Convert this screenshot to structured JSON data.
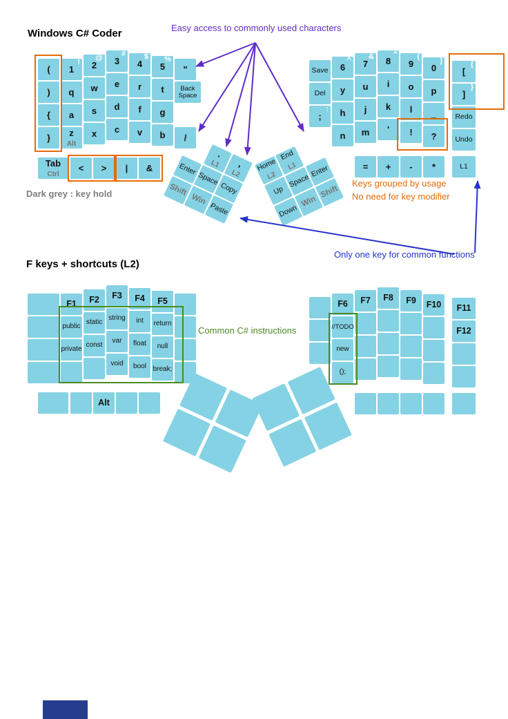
{
  "texts": {
    "title_main": "Windows C# Coder",
    "title_l2": "F keys + shortcuts (L2)",
    "easy_access": "Easy access to commonly used characters",
    "dark_grey_note": "Dark grey : key hold",
    "grouped_line1": "Keys grouped by usage",
    "grouped_line2": "No need for key modifier",
    "one_key_note": "Only one key for common functions",
    "csharp_note": "Common C# instructions"
  },
  "colors": {
    "key": "#85D2E4",
    "key_text": "#111111",
    "key_sub": "#757575",
    "sup": "#FFFFFF",
    "orange": "#E36C0A",
    "purple": "#5E2BC9",
    "blue": "#2433CC",
    "green": "#4A8A22",
    "grey_note": "#7F7F7F",
    "footer": "#263C8E"
  },
  "keyboard_main": {
    "left": {
      "rows": [
        [
          {
            "t": "("
          },
          {
            "t": "1",
            "sup": "!"
          },
          {
            "t": "2",
            "sup": "@"
          },
          {
            "t": "3",
            "sup": "#"
          },
          {
            "t": "4",
            "sup": "$"
          },
          {
            "t": "5",
            "sup": "%"
          },
          {
            "t": "\""
          }
        ],
        [
          {
            "t": ")"
          },
          {
            "t": "q"
          },
          {
            "t": "w"
          },
          {
            "t": "e"
          },
          {
            "t": "r"
          },
          {
            "t": "t"
          },
          {
            "t": "Back Space",
            "style": "tiny",
            "w": 38
          }
        ],
        [
          {
            "t": "{"
          },
          {
            "t": "a"
          },
          {
            "t": "s"
          },
          {
            "t": "d"
          },
          {
            "t": "f"
          },
          {
            "t": "g"
          },
          null
        ],
        [
          {
            "t": "}"
          },
          {
            "t": "z",
            "sub": "Alt"
          },
          {
            "t": "x"
          },
          {
            "t": "c"
          },
          {
            "t": "v"
          },
          {
            "t": "b"
          },
          {
            "t": "/"
          }
        ]
      ],
      "bottom": [
        {
          "t": "Tab",
          "sub": "Ctrl",
          "w": 44
        },
        {
          "t": "<"
        },
        {
          "t": ">"
        },
        {
          "t": "|"
        },
        {
          "t": "&"
        }
      ],
      "thumb": [
        [
          null,
          {
            "t": ".",
            "sub": "L1"
          },
          {
            "t": ",",
            "sub": "L2"
          }
        ],
        [
          {
            "t": "Enter",
            "style": "small"
          },
          {
            "t": "Space",
            "style": "small"
          },
          {
            "t": "Copy",
            "style": "small"
          }
        ],
        [
          {
            "t": "Shift",
            "style": "grey"
          },
          {
            "t": "Win",
            "style": "grey"
          },
          {
            "t": "Paste",
            "style": "small"
          }
        ]
      ]
    },
    "right": {
      "rows": [
        [
          {
            "t": "Save",
            "style": "small"
          },
          {
            "t": "6",
            "sup": "^"
          },
          {
            "t": "7",
            "sup": "&"
          },
          {
            "t": "8",
            "sup": "*"
          },
          {
            "t": "9",
            "sup": "("
          },
          {
            "t": "0",
            "sup": ")"
          },
          {
            "t": "[",
            "sup": "{"
          }
        ],
        [
          {
            "t": "Del",
            "style": "small"
          },
          {
            "t": "y"
          },
          {
            "t": "u"
          },
          {
            "t": "i"
          },
          {
            "t": "o"
          },
          {
            "t": "p"
          },
          {
            "t": "]",
            "sup": "}"
          }
        ],
        [
          {
            "t": ";",
            "sup": ":"
          },
          {
            "t": "h"
          },
          {
            "t": "j"
          },
          {
            "t": "k"
          },
          {
            "t": "l"
          },
          {
            "t": "_"
          },
          {
            "t": "Redo",
            "style": "small"
          }
        ],
        [
          null,
          {
            "t": "n"
          },
          {
            "t": "m"
          },
          {
            "t": "'"
          },
          {
            "t": "!"
          },
          {
            "t": "?"
          },
          {
            "t": "Undo",
            "style": "small"
          }
        ]
      ],
      "bottom": [
        {
          "t": "="
        },
        {
          "t": "+"
        },
        {
          "t": "-"
        },
        {
          "t": "*"
        },
        {
          "t": "L1",
          "style": "small",
          "w": 34
        }
      ],
      "thumb": [
        [
          {
            "t": "Home",
            "style": "small",
            "sub": "L2"
          },
          {
            "t": "End",
            "style": "small",
            "sub": "L1"
          },
          null
        ],
        [
          {
            "t": "Up",
            "style": "small"
          },
          {
            "t": "Space",
            "style": "small"
          },
          {
            "t": "Enter",
            "style": "small"
          }
        ],
        [
          {
            "t": "Down",
            "style": "small"
          },
          {
            "t": "Win",
            "style": "grey"
          },
          {
            "t": "Shift",
            "style": "grey"
          }
        ]
      ]
    }
  },
  "keyboard_l2": {
    "left": {
      "rows": [
        [
          {
            "t": "",
            "w": 46
          },
          {
            "t": "F1",
            "style": "fkey"
          },
          {
            "t": "F2",
            "style": "fkey"
          },
          {
            "t": "F3",
            "style": "fkey"
          },
          {
            "t": "F4",
            "style": "fkey"
          },
          {
            "t": "F5",
            "style": "fkey"
          },
          {
            "t": ""
          }
        ],
        [
          {
            "t": "",
            "w": 46
          },
          {
            "t": "public",
            "style": "code"
          },
          {
            "t": "static",
            "style": "code"
          },
          {
            "t": "string",
            "style": "code"
          },
          {
            "t": "int",
            "style": "code"
          },
          {
            "t": "return",
            "style": "code"
          },
          {
            "t": ""
          }
        ],
        [
          {
            "t": "",
            "w": 46
          },
          {
            "t": "private",
            "style": "code"
          },
          {
            "t": "const",
            "style": "code"
          },
          {
            "t": "var",
            "style": "code"
          },
          {
            "t": "float",
            "style": "code"
          },
          {
            "t": "null",
            "style": "code"
          },
          {
            "t": ""
          }
        ],
        [
          {
            "t": "",
            "w": 46
          },
          {
            "t": ""
          },
          {
            "t": ""
          },
          {
            "t": "void",
            "style": "code"
          },
          {
            "t": "bool",
            "style": "code"
          },
          {
            "t": "break;",
            "style": "code"
          },
          {
            "t": ""
          }
        ]
      ],
      "bottom": [
        {
          "t": "",
          "w": 44
        },
        {
          "t": ""
        },
        {
          "t": "Alt",
          "style": "fkey"
        },
        {
          "t": ""
        },
        {
          "t": ""
        }
      ],
      "thumb": [
        [
          {
            "t": ""
          },
          {
            "t": ""
          }
        ],
        [
          {
            "t": ""
          },
          {
            "t": ""
          }
        ]
      ]
    },
    "right": {
      "rows": [
        [
          {
            "t": ""
          },
          {
            "t": "F6",
            "style": "fkey"
          },
          {
            "t": "F7",
            "style": "fkey"
          },
          {
            "t": "F8",
            "style": "fkey"
          },
          {
            "t": "F9",
            "style": "fkey"
          },
          {
            "t": "F10",
            "style": "fkey"
          },
          {
            "t": "F11",
            "style": "fkey"
          }
        ],
        [
          {
            "t": ""
          },
          {
            "t": "//TODO",
            "style": "tiny"
          },
          {
            "t": ""
          },
          {
            "t": ""
          },
          {
            "t": ""
          },
          {
            "t": ""
          },
          {
            "t": "F12",
            "style": "fkey"
          }
        ],
        [
          {
            "t": ""
          },
          {
            "t": "new",
            "style": "code"
          },
          {
            "t": ""
          },
          {
            "t": ""
          },
          {
            "t": ""
          },
          {
            "t": ""
          },
          {
            "t": ""
          }
        ],
        [
          null,
          {
            "t": "();",
            "style": "code"
          },
          {
            "t": ""
          },
          {
            "t": ""
          },
          {
            "t": ""
          },
          {
            "t": ""
          },
          {
            "t": ""
          }
        ]
      ],
      "bottom": [
        {
          "t": ""
        },
        {
          "t": ""
        },
        {
          "t": ""
        },
        {
          "t": ""
        },
        {
          "t": "",
          "w": 34
        }
      ],
      "thumb": [
        [
          {
            "t": ""
          },
          {
            "t": ""
          }
        ],
        [
          {
            "t": ""
          },
          {
            "t": ""
          }
        ]
      ]
    }
  }
}
